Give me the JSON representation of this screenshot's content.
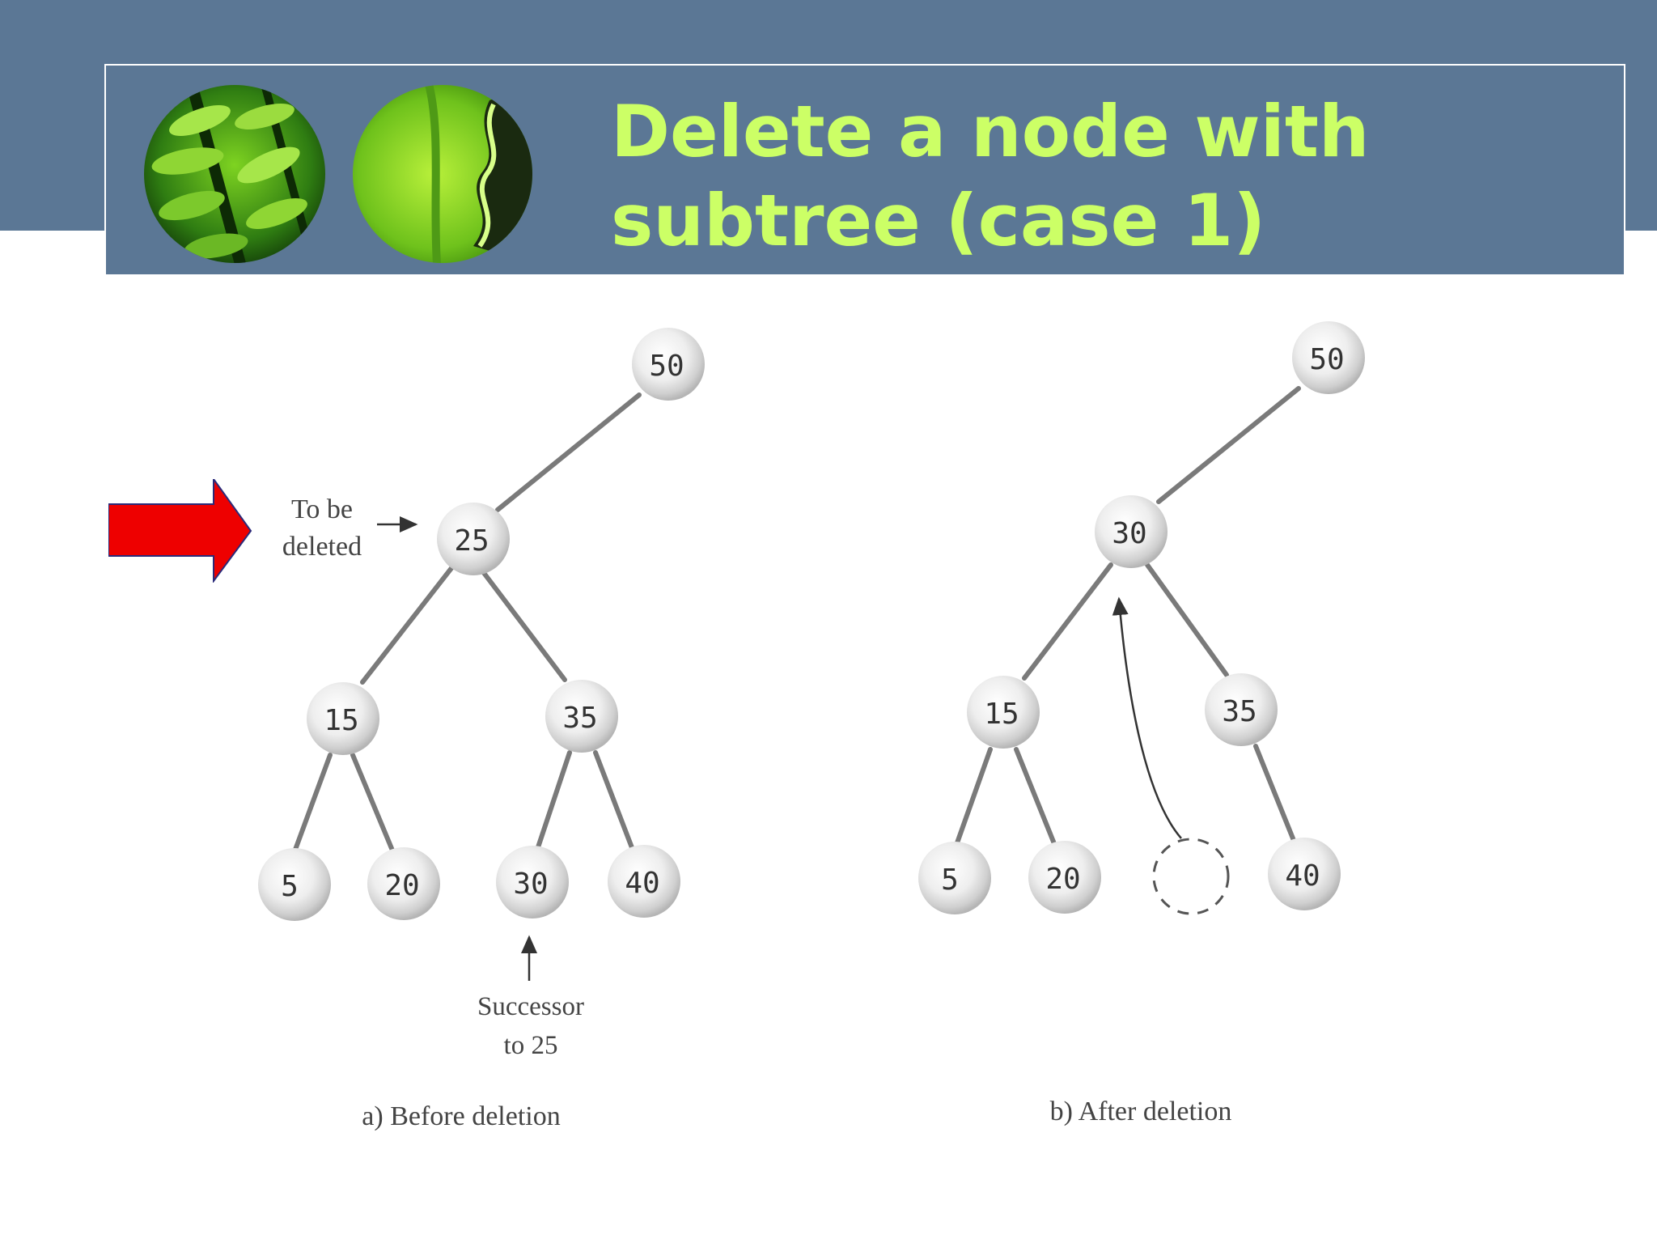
{
  "slide": {
    "title_line1": "Delete a node with",
    "title_line2": "subtree (case 1)"
  },
  "colors": {
    "header_bg": "#5b7795",
    "title": "#ccff66",
    "pointer_arrow": "#ee0000",
    "edge": "#777777",
    "node_text": "#333333"
  },
  "icons": {
    "logo_left": "fern-leaf-logo",
    "logo_right": "green-leaf-logo",
    "pointer": "red-right-arrow-icon"
  },
  "before": {
    "caption": "a) Before deletion",
    "nodes": [
      "50",
      "25",
      "15",
      "35",
      "5",
      "20",
      "30",
      "40"
    ],
    "annotation_delete_line1": "To be",
    "annotation_delete_line2": "deleted",
    "annotation_successor_line1": "Successor",
    "annotation_successor_line2": "to 25"
  },
  "after": {
    "caption": "b) After deletion",
    "nodes": [
      "50",
      "30",
      "15",
      "35",
      "5",
      "20",
      "40"
    ]
  }
}
